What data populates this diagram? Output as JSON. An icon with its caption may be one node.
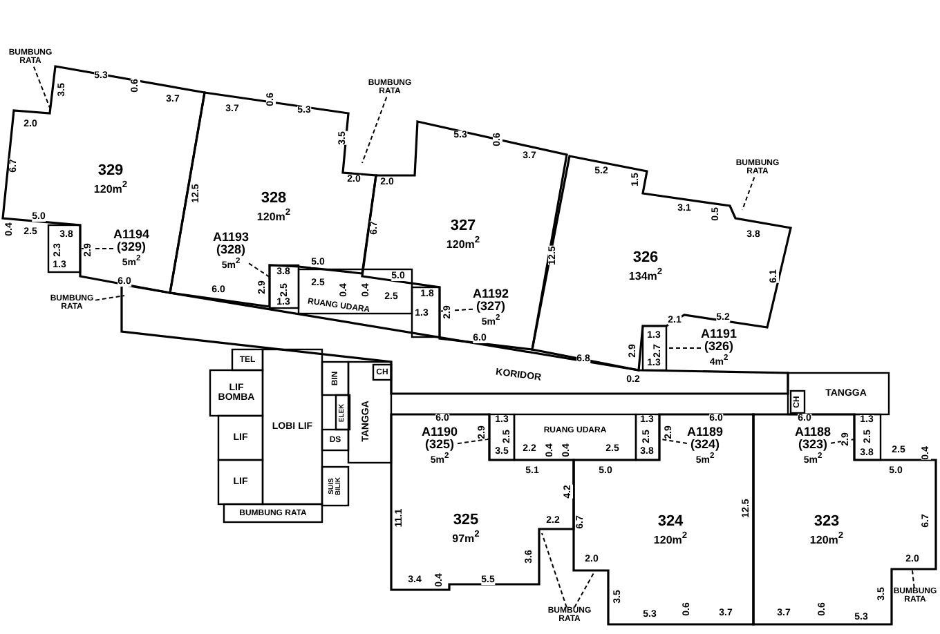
{
  "diagram": {
    "nodes": [
      {
        "text": [
          "BUMBUNG RATA"
        ]
      },
      {
        "text": [
          "329",
          "120m$^{2}$"
        ]
      },
      {
        "text": [
          "A1194",
          "(329)",
          "5m$^{2}$"
        ],
        "in": 1
      },
      {
        "text": [],
        "shape": "box"
      },
      {
        "text": [
          "328",
          "120m$^{2}$"
        ]
      },
      {
        "text": [
          "A1193",
          "(328)",
          "5m$^{2}$"
        ],
        "in": 4
      },
      {
        "text": [],
        "shape": "box"
      },
      {
        "text": [
          "BUMBUNG RATA"
        ]
      },
      {
        "text": [
          "327",
          "120m$^{2}$"
        ]
      },
      {
        "text": [
          "A1192",
          "(327)",
          "5m$^{2}$"
        ],
        "in": 8
      },
      {
        "text": [],
        "shape": "box"
      },
      {
        "text": [
          "RUANG UDARA"
        ]
      },
      {
        "text": [
          "BUMBUNG RATA"
        ]
      },
      {
        "text": [
          "326",
          "134m$^{2}$"
        ]
      },
      {
        "text": [
          "A1191",
          "(326)",
          "4m$^{2}$"
        ]
      },
      {
        "text": [],
        "shape": "box"
      },
      {
        "text": [
          "BUMBUNG RATA"
        ]
      },
      {
        "text": [
          "KORIDOR"
        ]
      },
      {
        "text": [
          "TEL"
        ]
      },
      {
        "text": [
          "LIF BOMBA"
        ]
      },
      {
        "text": [
          "LIF"
        ]
      },
      {
        "text": [
          "LIF"
        ]
      },
      {
        "text": [
          "LOBI LIF"
        ]
      },
      {
        "text": [
          "BIN"
        ]
      },
      {
        "text": [
          "ELEK"
        ]
      },
      {
        "text": [
          "DS"
        ]
      },
      {
        "text": [
          "SUIS BILIK"
        ]
      },
      {
        "text": [
          "BUMBUNG RATA"
        ]
      },
      {
        "text": [
          "TANGGA"
        ]
      },
      {
        "text": [
          "CH"
        ],
        "in": 28
      },
      {
        "text": [
          "TANGGA"
        ]
      },
      {
        "text": [
          "CH"
        ],
        "in": 30
      },
      {
        "text": [
          "325",
          "97m$^{2}$"
        ]
      },
      {
        "text": [
          "A1190",
          "(325)",
          "5m$^{2}$"
        ],
        "in": 32
      },
      {
        "text": [],
        "shape": "box"
      },
      {
        "text": [
          "RUANG UDARA"
        ]
      },
      {
        "text": [],
        "shape": "box"
      },
      {
        "text": [
          "324",
          "120m$^{2}$"
        ]
      },
      {
        "text": [
          "A1189",
          "(324)",
          "5m$^{2}$"
        ],
        "in": 37
      },
      {
        "text": [
          "323",
          "120m$^{2}$"
        ]
      },
      {
        "text": [
          "A1188",
          "(323)",
          "5m$^{2}$"
        ],
        "in": 39
      },
      {
        "text": [],
        "shape": "box"
      },
      {
        "text": [
          "BUMBUNG RATA"
        ]
      },
      {
        "text": [
          "BUMBUNG RATA"
        ]
      }
    ],
    "edges": [
      {
        "from": 0,
        "to": 1,
        "arrow": "none",
        "style": "dashed"
      },
      {
        "from": 2,
        "to": 3,
        "arrow": "none",
        "style": "dashed"
      },
      {
        "from": 5,
        "to": 6,
        "arrow": "none",
        "style": "dashed"
      },
      {
        "from": 7,
        "to": 4,
        "arrow": "none",
        "style": "dashed"
      },
      {
        "from": 9,
        "to": 10,
        "arrow": "none",
        "style": "dashed"
      },
      {
        "from": 12,
        "to": 13,
        "arrow": "none",
        "style": "dashed"
      },
      {
        "from": 14,
        "to": 15,
        "arrow": "none",
        "style": "dashed"
      },
      {
        "from": 16,
        "to": 17,
        "arrow": "none",
        "style": "dashed"
      },
      {
        "from": 33,
        "to": 34,
        "arrow": "none",
        "style": "dashed"
      },
      {
        "from": 38,
        "to": 36,
        "arrow": "none",
        "style": "dashed"
      },
      {
        "from": 40,
        "to": 41,
        "arrow": "none",
        "style": "dashed"
      },
      {
        "from": 42,
        "to": 32,
        "arrow": "none",
        "style": "dashed"
      },
      {
        "from": 42,
        "to": 37,
        "arrow": "none",
        "style": "dashed"
      },
      {
        "from": 43,
        "to": 39,
        "arrow": "none",
        "style": "dashed"
      }
    ],
    "labels": [
      "3.5",
      "5.3",
      "0.6",
      "3.7",
      "3.7",
      "0.6",
      "5.3",
      "2.0",
      "6.7",
      "12.5",
      "5.0",
      "0.4",
      "2.5",
      "3.8",
      "2.3",
      "2.9",
      "1.3",
      "6.0",
      "3.8",
      "5.0",
      "2.9",
      "2.5",
      "2.5",
      "1.3",
      "6.0",
      "3.5",
      "2.0",
      "2.0",
      "5.3",
      "0.6",
      "3.7",
      "6.7",
      "12.5",
      "0.4",
      "0.4",
      "5.0",
      "2.5",
      "1.8",
      "1.3",
      "2.9",
      "6.0",
      "5.2",
      "1.5",
      "3.1",
      "0.5",
      "3.8",
      "6.1",
      "2.1",
      "5.2",
      "1.3",
      "2.9",
      "2.7",
      "1.3",
      "6.8",
      "0.2",
      "6.0",
      "2.9",
      "1.3",
      "2.5",
      "3.5",
      "2.2",
      "0.4",
      "0.4",
      "2.5",
      "1.3",
      "2.5",
      "3.8",
      "2.9",
      "6.0",
      "5.1",
      "5.0",
      "11.1",
      "4.2",
      "6.7",
      "2.2",
      "3.6",
      "2.0",
      "3.5",
      "3.4",
      "0.4",
      "5.5",
      "5.3",
      "0.6",
      "3.7",
      "12.5",
      "6.0",
      "2.9",
      "1.3",
      "2.5",
      "3.8",
      "2.5",
      "0.4",
      "5.0",
      "6.7",
      "2.0",
      "3.5",
      "3.7",
      "0.6",
      "5.3"
    ]
  }
}
